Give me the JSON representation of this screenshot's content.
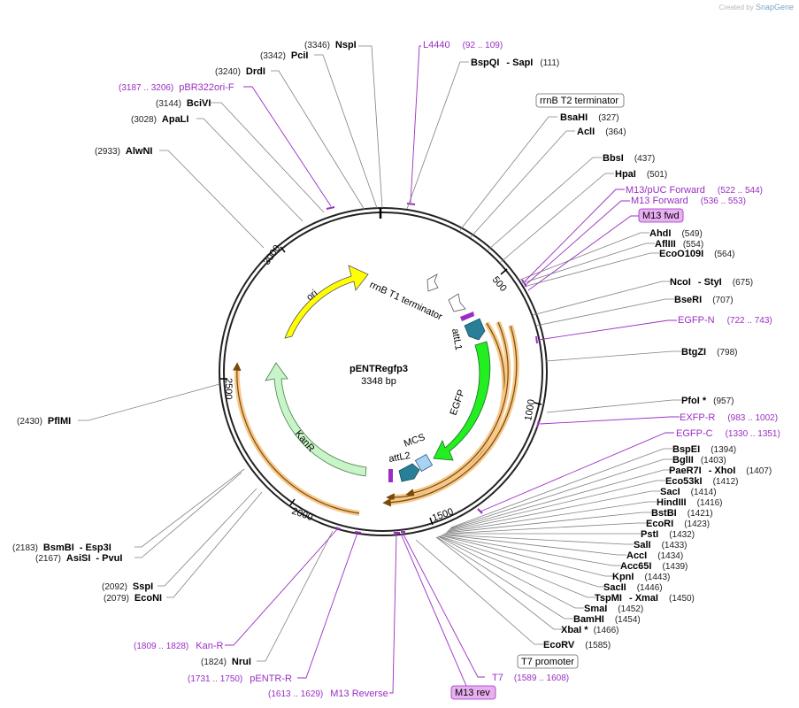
{
  "credit": {
    "prefix": "Created by",
    "brand": "SnapGene"
  },
  "plasmid": {
    "name": "pENTRegfp3",
    "length_label": "3348 bp"
  },
  "ticks": [
    "500",
    "1000",
    "1500",
    "2000",
    "2500",
    "3000"
  ],
  "inner_features": {
    "ori": "ori",
    "rrnb_t1": "rrnB T1 terminator",
    "attl1": "attL1",
    "egfp": "EGFP",
    "mcs": "MCS",
    "attl2": "attL2",
    "kanr": "KanR"
  },
  "sites_right": [
    {
      "name": "BspQI",
      "alt": "- SapI",
      "pos": "(111)"
    },
    {
      "name": "BsaHI",
      "pos": "(327)"
    },
    {
      "name": "AclI",
      "pos": "(364)"
    },
    {
      "name": "BbsI",
      "pos": "(437)"
    },
    {
      "name": "HpaI",
      "pos": "(501)"
    },
    {
      "name": "AhdI",
      "pos": "(549)"
    },
    {
      "name": "AflIII",
      "pos": "(554)"
    },
    {
      "name": "EcoO109I",
      "pos": "(564)"
    },
    {
      "name": "NcoI",
      "alt": "- StyI",
      "pos": "(675)"
    },
    {
      "name": "BseRI",
      "pos": "(707)"
    },
    {
      "name": "BtgZI",
      "pos": "(798)"
    },
    {
      "name": "PfoI *",
      "pos": "(957)"
    },
    {
      "name": "BspEI",
      "pos": "(1394)"
    },
    {
      "name": "BglII",
      "pos": "(1403)"
    },
    {
      "name": "PaeR7I",
      "alt": "- XhoI",
      "pos": "(1407)"
    },
    {
      "name": "Eco53kI",
      "pos": "(1412)"
    },
    {
      "name": "SacI",
      "pos": "(1414)"
    },
    {
      "name": "HindIII",
      "pos": "(1416)"
    },
    {
      "name": "BstBI",
      "pos": "(1421)"
    },
    {
      "name": "EcoRI",
      "pos": "(1423)"
    },
    {
      "name": "PstI",
      "pos": "(1432)"
    },
    {
      "name": "SalI",
      "pos": "(1433)"
    },
    {
      "name": "AccI",
      "pos": "(1434)"
    },
    {
      "name": "Acc65I",
      "pos": "(1439)"
    },
    {
      "name": "KpnI",
      "pos": "(1443)"
    },
    {
      "name": "SacII",
      "pos": "(1446)"
    },
    {
      "name": "TspMI",
      "alt": "- XmaI",
      "pos": "(1450)"
    },
    {
      "name": "SmaI",
      "pos": "(1452)"
    },
    {
      "name": "BamHI",
      "pos": "(1454)"
    },
    {
      "name": "XbaI *",
      "pos": "(1466)"
    },
    {
      "name": "EcoRV",
      "pos": "(1585)"
    }
  ],
  "sites_left": [
    {
      "name": "NspI",
      "pos": "(3346)"
    },
    {
      "name": "PciI",
      "pos": "(3342)"
    },
    {
      "name": "DrdI",
      "pos": "(3240)"
    },
    {
      "name": "BciVI",
      "pos": "(3144)"
    },
    {
      "name": "ApaLI",
      "pos": "(3028)"
    },
    {
      "name": "AlwNI",
      "pos": "(2933)"
    },
    {
      "name": "PflMI",
      "pos": "(2430)"
    },
    {
      "name": "BsmBI",
      "alt": "- Esp3I",
      "pos": "(2183)"
    },
    {
      "name": "AsiSI",
      "alt": "- PvuI",
      "pos": "(2167)"
    },
    {
      "name": "SspI",
      "pos": "(2092)"
    },
    {
      "name": "EcoNI",
      "pos": "(2079)"
    },
    {
      "name": "NruI",
      "pos": "(1824)"
    }
  ],
  "primers": [
    {
      "name": "L4440",
      "range": "(92 .. 109)"
    },
    {
      "name": "pBR322ori-F",
      "range": "(3187 .. 3206)"
    },
    {
      "name": "M13/pUC Forward",
      "range": "(522 .. 544)"
    },
    {
      "name": "M13 Forward",
      "range": "(536 .. 553)"
    },
    {
      "name": "EGFP-N",
      "range": "(722 .. 743)"
    },
    {
      "name": "EXFP-R",
      "range": "(983 .. 1002)"
    },
    {
      "name": "EGFP-C",
      "range": "(1330 .. 1351)"
    },
    {
      "name": "Kan-R",
      "range": "(1809 .. 1828)"
    },
    {
      "name": "pENTR-R",
      "range": "(1731 .. 1750)"
    },
    {
      "name": "M13 Reverse",
      "range": "(1613 .. 1629)"
    },
    {
      "name": "T7",
      "range": "(1589 .. 1608)"
    }
  ],
  "boxed": {
    "rrnb_t2": "rrnB T2 terminator",
    "m13_fwd": "M13 fwd",
    "t7_promoter": "T7 promoter",
    "m13_rev": "M13 rev"
  },
  "colors": {
    "ori": "#ffff00",
    "egfp": "#22ee22",
    "kanr": "#c8f5c8",
    "attl": "#2a7f98",
    "mcs": "#a9d3f5",
    "orf_fill": "#f6c88a",
    "orf_line": "#7a4a0a",
    "primer": "#9a2ec2",
    "primer_box": "#e8b0f0"
  }
}
